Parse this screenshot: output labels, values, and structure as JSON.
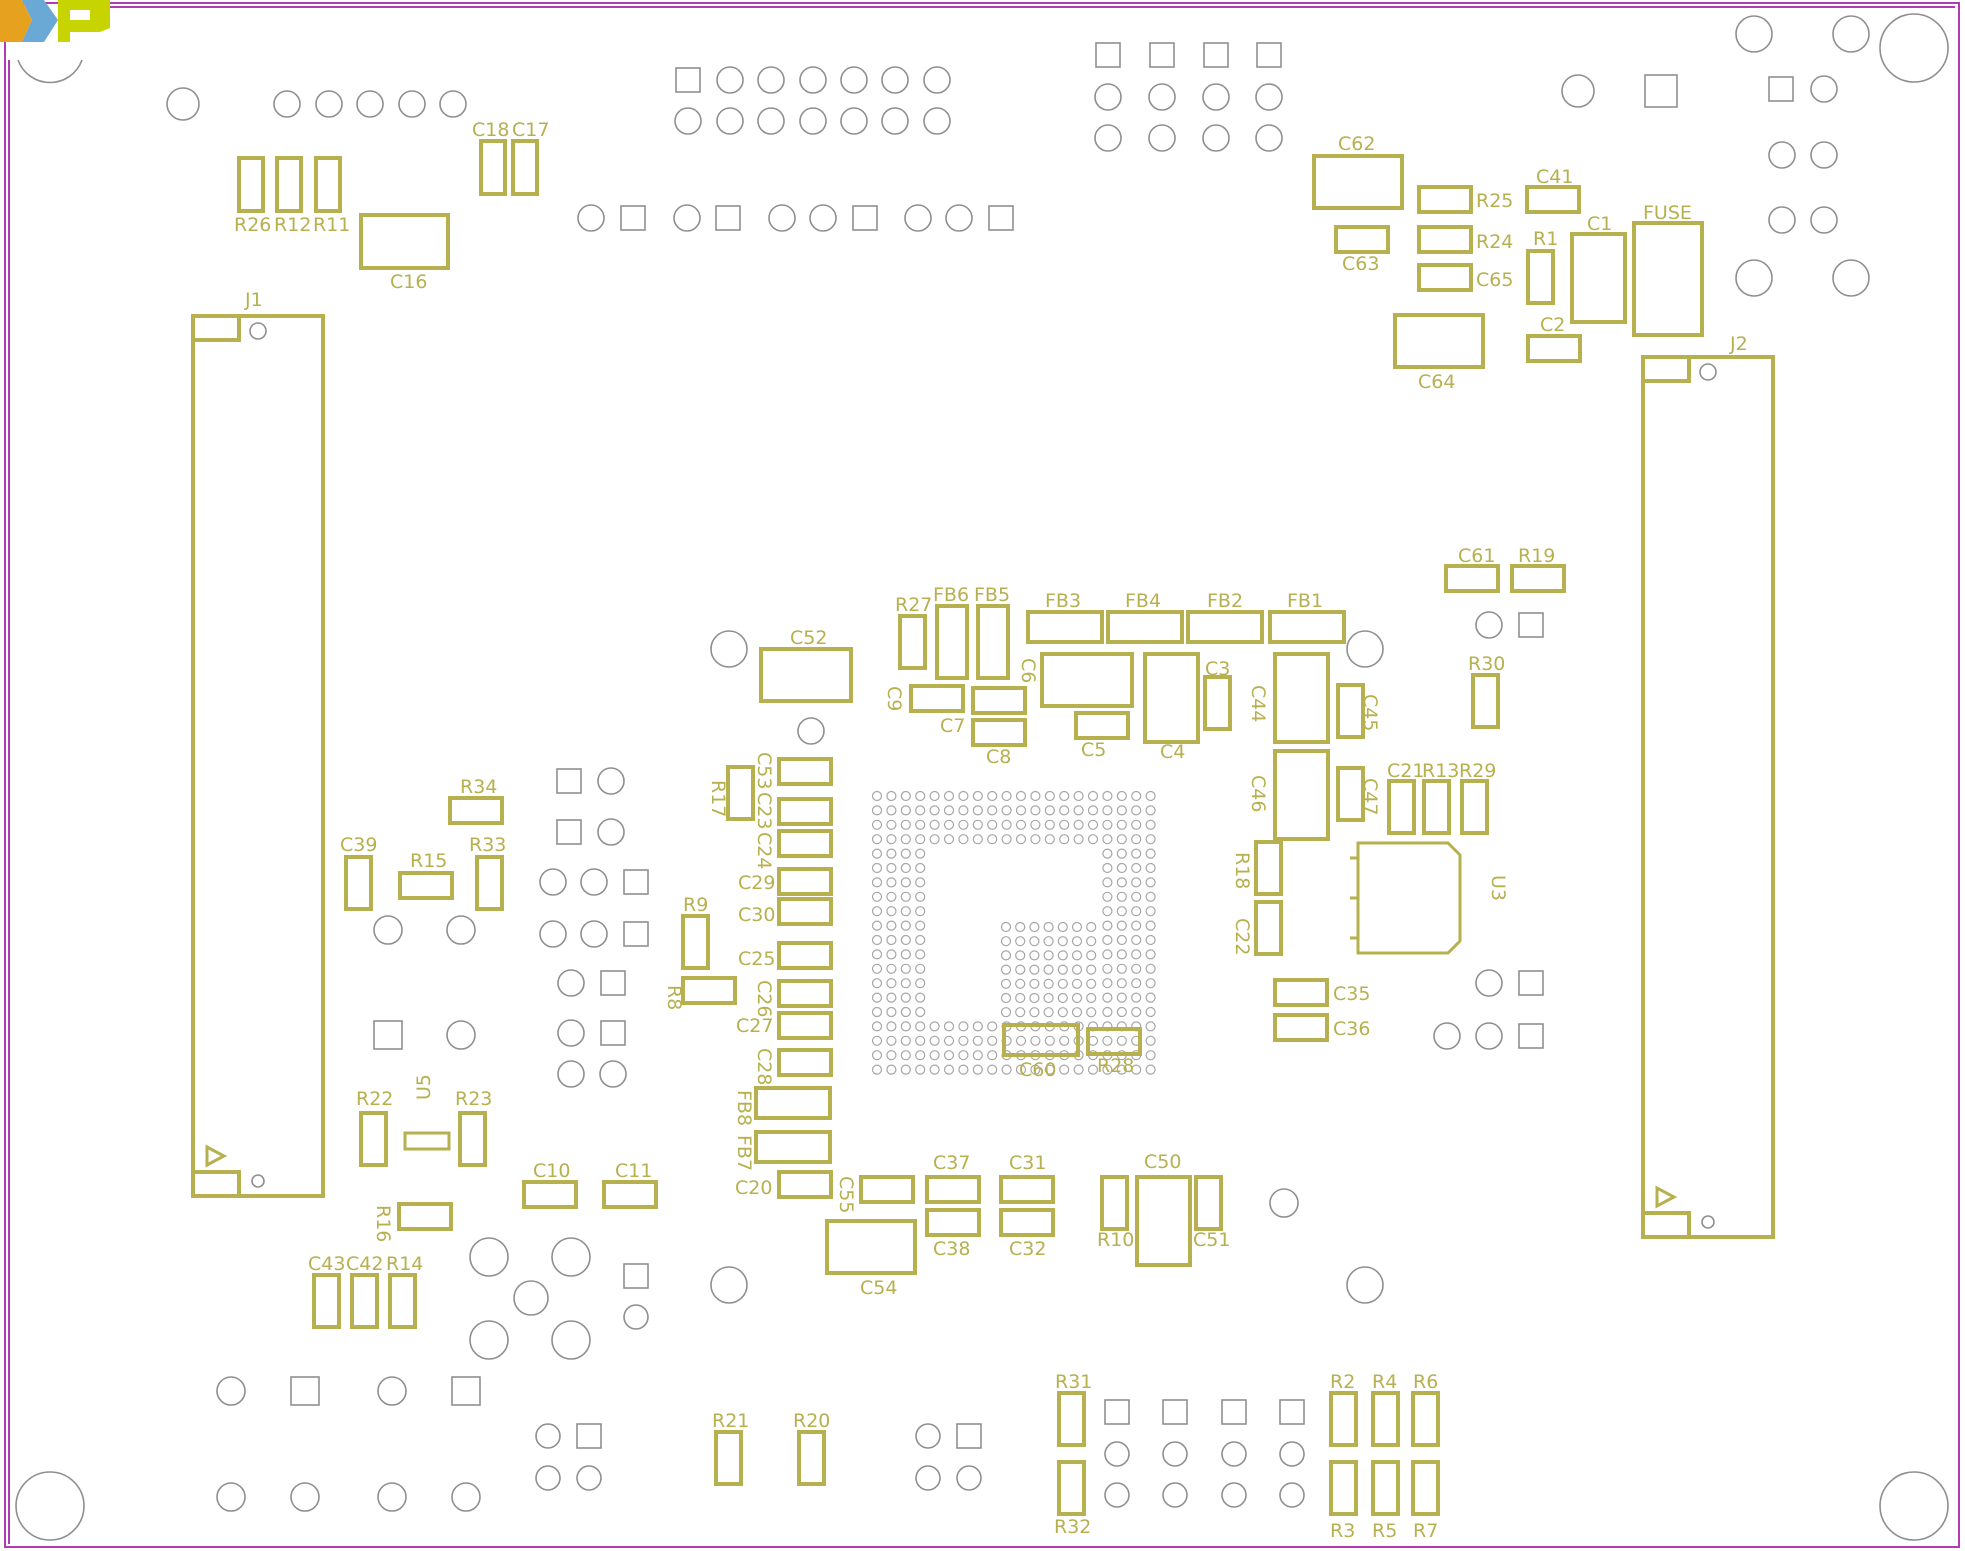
{
  "board": {
    "colors": {
      "silkscreen": "#b7b04f",
      "board_edge": "#b23bb3",
      "pads": "#8f8f8f",
      "background": "#ffffff"
    },
    "logo": {
      "icon": "nxp-logo-icon",
      "colors": [
        "#e6a21f",
        "#6aa8d6",
        "#c8d400"
      ]
    },
    "connectors": [
      {
        "id": "J1",
        "label": "J1"
      },
      {
        "id": "J2",
        "label": "J2"
      }
    ],
    "ics": [
      {
        "id": "U3",
        "label": "U3"
      },
      {
        "id": "U5",
        "label": "U5"
      }
    ],
    "fuse": {
      "label": "FUSE"
    },
    "ferrite_beads": [
      "FB1",
      "FB2",
      "FB3",
      "FB4",
      "FB5",
      "FB6",
      "FB7",
      "FB8"
    ],
    "designators": [
      "C1",
      "C2",
      "C3",
      "C4",
      "C5",
      "C6",
      "C7",
      "C8",
      "C9",
      "C10",
      "C11",
      "C16",
      "C17",
      "C18",
      "C20",
      "C21",
      "C22",
      "C23",
      "C24",
      "C25",
      "C26",
      "C27",
      "C28",
      "C29",
      "C30",
      "C31",
      "C32",
      "C35",
      "C36",
      "C37",
      "C38",
      "C39",
      "C41",
      "C42",
      "C43",
      "C44",
      "C45",
      "C46",
      "C47",
      "C50",
      "C51",
      "C52",
      "C53",
      "C54",
      "C55",
      "C60",
      "C61",
      "C62",
      "C63",
      "C64",
      "C65",
      "R1",
      "R2",
      "R3",
      "R4",
      "R5",
      "R6",
      "R7",
      "R8",
      "R9",
      "R10",
      "R11",
      "R12",
      "R13",
      "R14",
      "R15",
      "R16",
      "R17",
      "R18",
      "R19",
      "R20",
      "R21",
      "R22",
      "R23",
      "R24",
      "R25",
      "R26",
      "R27",
      "R28",
      "R29",
      "R30",
      "R31",
      "R32",
      "R33",
      "R34"
    ]
  }
}
